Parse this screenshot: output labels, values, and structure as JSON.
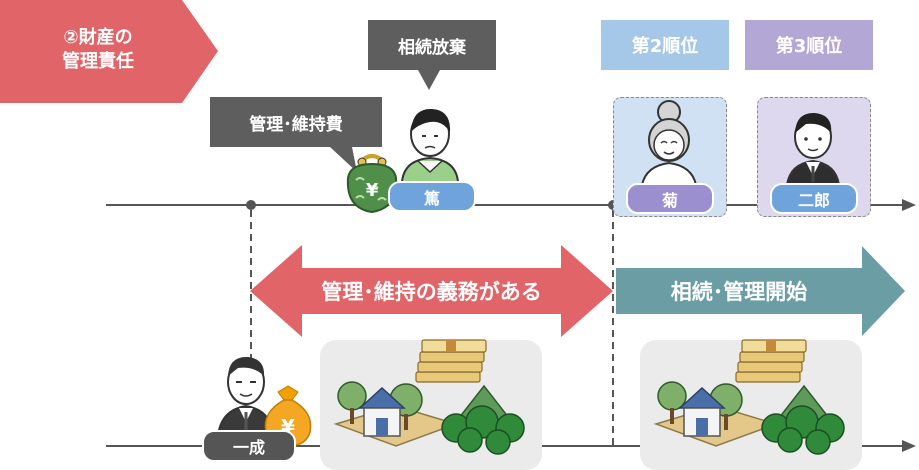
{
  "section": {
    "line1": "②財産の",
    "line2": "管理責任"
  },
  "tags": {
    "renounce": "相続放棄",
    "maintenance_cost": "管理･維持費",
    "rank2": "第2順位",
    "rank3": "第3順位"
  },
  "persons": {
    "atsushi": "篤",
    "kiku": "菊",
    "jiro": "二郎",
    "kazunari": "一成"
  },
  "arrows": {
    "duty": "管理･維持の義務がある",
    "start": "相続･管理開始"
  },
  "icons": {
    "wallet": "wallet-yen-icon",
    "money_bag": "money-bag-yen-icon",
    "yen_symbol": "¥"
  },
  "colors": {
    "red": "#e06468",
    "teal": "#6b9ea4",
    "dark": "#5e5e5e",
    "blue_pill": "#6fa3dc",
    "purple_pill": "#9b8fd0"
  }
}
